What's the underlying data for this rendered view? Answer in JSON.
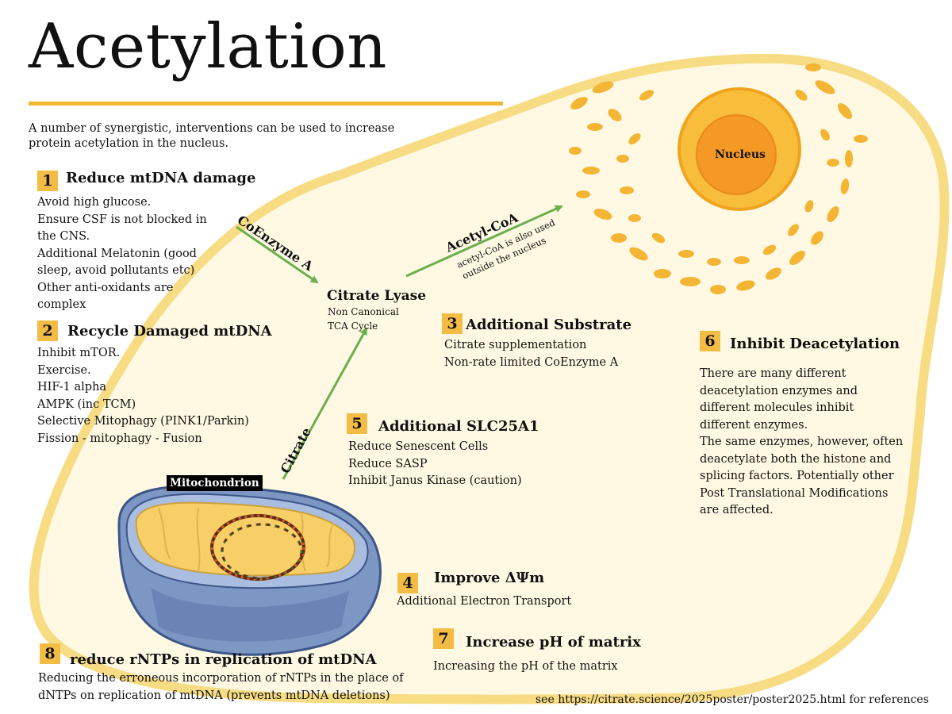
{
  "title": "Acetylation",
  "intro": "A number of synergistic, interventions can be used to increase protein acetylation in the nucleus.",
  "labels": {
    "nucleus": "Nucleus",
    "mitochondrion": "Mitochondrion",
    "citrate_lyase": "Citrate Lyase",
    "citrate_lyase_sub": [
      "Non Canonical",
      "TCA Cycle"
    ],
    "coenzyme_a": "CoEnzyme A",
    "acetyl_coa": "Acetyl-CoA",
    "acetyl_coa_note": [
      "acetyl-CoA is also used",
      "outside the nucleus"
    ],
    "citrate": "Citrate"
  },
  "sections": [
    {
      "num": "1",
      "title": "Reduce mtDNA damage",
      "lines": [
        "Avoid high glucose.",
        "Ensure CSF is not blocked in",
        "the CNS.",
        "Additional Melatonin (good",
        "sleep, avoid pollutants etc)",
        "Other anti-oxidants are",
        "complex"
      ]
    },
    {
      "num": "2",
      "title": "Recycle Damaged mtDNA",
      "lines": [
        "Inhibit mTOR.",
        "Exercise.",
        "HIF-1 alpha",
        "AMPK  (inc TCM)",
        "Selective Mitophagy (PINK1/Parkin)",
        "Fission - mitophagy - Fusion"
      ]
    },
    {
      "num": "3",
      "title": "Additional Substrate",
      "lines": [
        "Citrate supplementation",
        "Non-rate limited CoEnzyme A"
      ]
    },
    {
      "num": "4",
      "title": "Improve ΔΨm",
      "lines": [
        "Additional Electron Transport"
      ]
    },
    {
      "num": "5",
      "title": "Additional SLC25A1",
      "lines": [
        "Reduce Senescent Cells",
        "Reduce SASP",
        "Inhibit Janus Kinase (caution)"
      ]
    },
    {
      "num": "6",
      "title": "Inhibit Deacetylation",
      "lines": [
        "There are many different",
        "deacetylation enzymes and",
        "different molecules inhibit",
        "different enzymes.",
        "The same enzymes, however, often",
        "deacetylate both the histone and",
        "splicing factors.  Potentially other",
        "Post Translational Modifications",
        "are affected."
      ]
    },
    {
      "num": "7",
      "title": "Increase pH of matrix",
      "lines": [
        "Increasing the pH of the matrix"
      ]
    },
    {
      "num": "8",
      "title": "reduce rNTPs in replication of mtDNA",
      "lines": [
        "Reducing the erroneous incorporation of rNTPs in the place of",
        "dNTPs on replication of mtDNA (prevents mtDNA deletions)"
      ]
    }
  ],
  "footer": "see https://citrate.science/2025poster/poster2025.html  for references",
  "colors": {
    "accent": "#f3bc45",
    "cell_fill": "#fff9e3",
    "cell_border": "#f7dc84",
    "arrow": "#6ab04c",
    "organelle": "#f4b534"
  }
}
